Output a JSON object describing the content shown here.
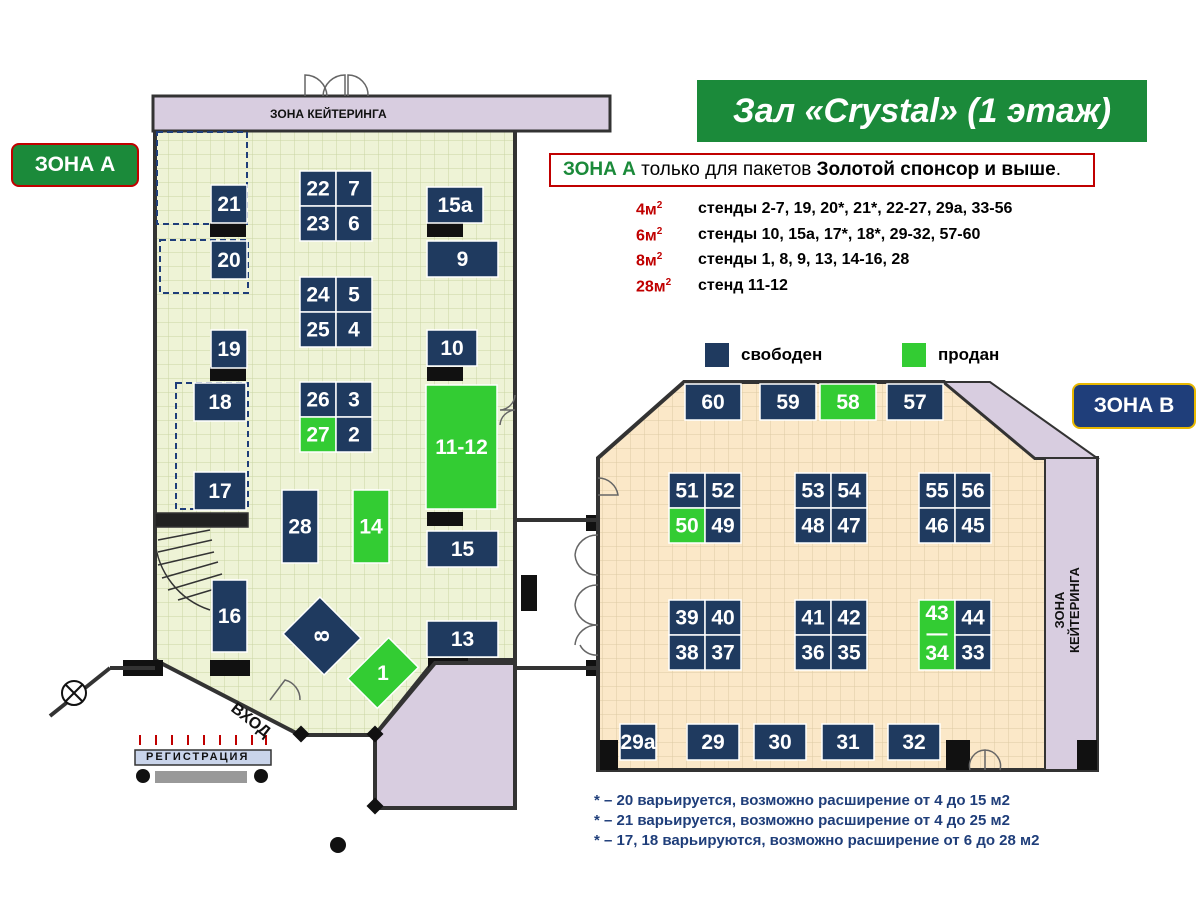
{
  "title": "Зал «Crystal» (1 этаж)",
  "zone_a_badge": "ЗОНА А",
  "zone_b_badge": "ЗОНА В",
  "catering_top": "ЗОНА КЕЙТЕРИНГА",
  "catering_right_line1": "ЗОНА",
  "catering_right_line2": "КЕЙТЕРИНГА",
  "entrance": "ВХОД",
  "registration": "РЕГИСТРАЦИЯ",
  "notice": {
    "zone": "ЗОНА А",
    "mid": " только для пакетов ",
    "package": "Золотой спонсор и выше",
    "end": "."
  },
  "sizes": [
    {
      "size": "4м",
      "sup": "2",
      "text": "стенды 2-7, 19, 20*, 21*, 22-27, 29а, 33-56"
    },
    {
      "size": "6м",
      "sup": "2",
      "text": "стенды 10, 15а, 17*, 18*, 29-32, 57-60"
    },
    {
      "size": "8м",
      "sup": "2",
      "text": "стенды 1, 8, 9, 13, 14-16, 28"
    },
    {
      "size": "28м",
      "sup": "2",
      "text": "стенд 11-12"
    }
  ],
  "legend": {
    "free_label": "свободен",
    "sold_label": "продан",
    "free_color": "#1f3a5f",
    "sold_color": "#33cc33"
  },
  "notes": [
    "* – 20 варьируется, возможно расширение от 4 до 15 м2",
    "* – 21 варьируется, возможно расширение от 4 до 25 м2",
    "* – 17, 18 варьируются, возможно расширение от 6 до 28 м2"
  ],
  "booths": [
    {
      "id": "21",
      "status": "free"
    },
    {
      "id": "20",
      "status": "free"
    },
    {
      "id": "19",
      "status": "free"
    },
    {
      "id": "18",
      "status": "free"
    },
    {
      "id": "17",
      "status": "free"
    },
    {
      "id": "16",
      "status": "free"
    },
    {
      "id": "22",
      "status": "free"
    },
    {
      "id": "7",
      "status": "free"
    },
    {
      "id": "23",
      "status": "free"
    },
    {
      "id": "6",
      "status": "free"
    },
    {
      "id": "24",
      "status": "free"
    },
    {
      "id": "5",
      "status": "free"
    },
    {
      "id": "25",
      "status": "free"
    },
    {
      "id": "4",
      "status": "free"
    },
    {
      "id": "26",
      "status": "free"
    },
    {
      "id": "3",
      "status": "free"
    },
    {
      "id": "27",
      "status": "sold"
    },
    {
      "id": "2",
      "status": "free"
    },
    {
      "id": "28",
      "status": "free"
    },
    {
      "id": "14",
      "status": "sold"
    },
    {
      "id": "8",
      "status": "free"
    },
    {
      "id": "1",
      "status": "sold"
    },
    {
      "id": "15а",
      "status": "free"
    },
    {
      "id": "9",
      "status": "free"
    },
    {
      "id": "10",
      "status": "free"
    },
    {
      "id": "11-12",
      "status": "sold"
    },
    {
      "id": "15",
      "status": "free"
    },
    {
      "id": "13",
      "status": "free"
    },
    {
      "id": "60",
      "status": "free"
    },
    {
      "id": "59",
      "status": "free"
    },
    {
      "id": "58",
      "status": "sold"
    },
    {
      "id": "57",
      "status": "free"
    },
    {
      "id": "51",
      "status": "free"
    },
    {
      "id": "52",
      "status": "free"
    },
    {
      "id": "50",
      "status": "sold"
    },
    {
      "id": "49",
      "status": "free"
    },
    {
      "id": "53",
      "status": "free"
    },
    {
      "id": "54",
      "status": "free"
    },
    {
      "id": "48",
      "status": "free"
    },
    {
      "id": "47",
      "status": "free"
    },
    {
      "id": "55",
      "status": "free"
    },
    {
      "id": "56",
      "status": "free"
    },
    {
      "id": "46",
      "status": "free"
    },
    {
      "id": "45",
      "status": "free"
    },
    {
      "id": "39",
      "status": "free"
    },
    {
      "id": "40",
      "status": "free"
    },
    {
      "id": "38",
      "status": "free"
    },
    {
      "id": "37",
      "status": "free"
    },
    {
      "id": "41",
      "status": "free"
    },
    {
      "id": "42",
      "status": "free"
    },
    {
      "id": "36",
      "status": "free"
    },
    {
      "id": "35",
      "status": "free"
    },
    {
      "id": "43\n—\n34",
      "status": "sold"
    },
    {
      "id": "44",
      "status": "free"
    },
    {
      "id": "33",
      "status": "free"
    },
    {
      "id": "29а",
      "status": "free"
    },
    {
      "id": "29",
      "status": "free"
    },
    {
      "id": "30",
      "status": "free"
    },
    {
      "id": "31",
      "status": "free"
    },
    {
      "id": "32",
      "status": "free"
    }
  ]
}
